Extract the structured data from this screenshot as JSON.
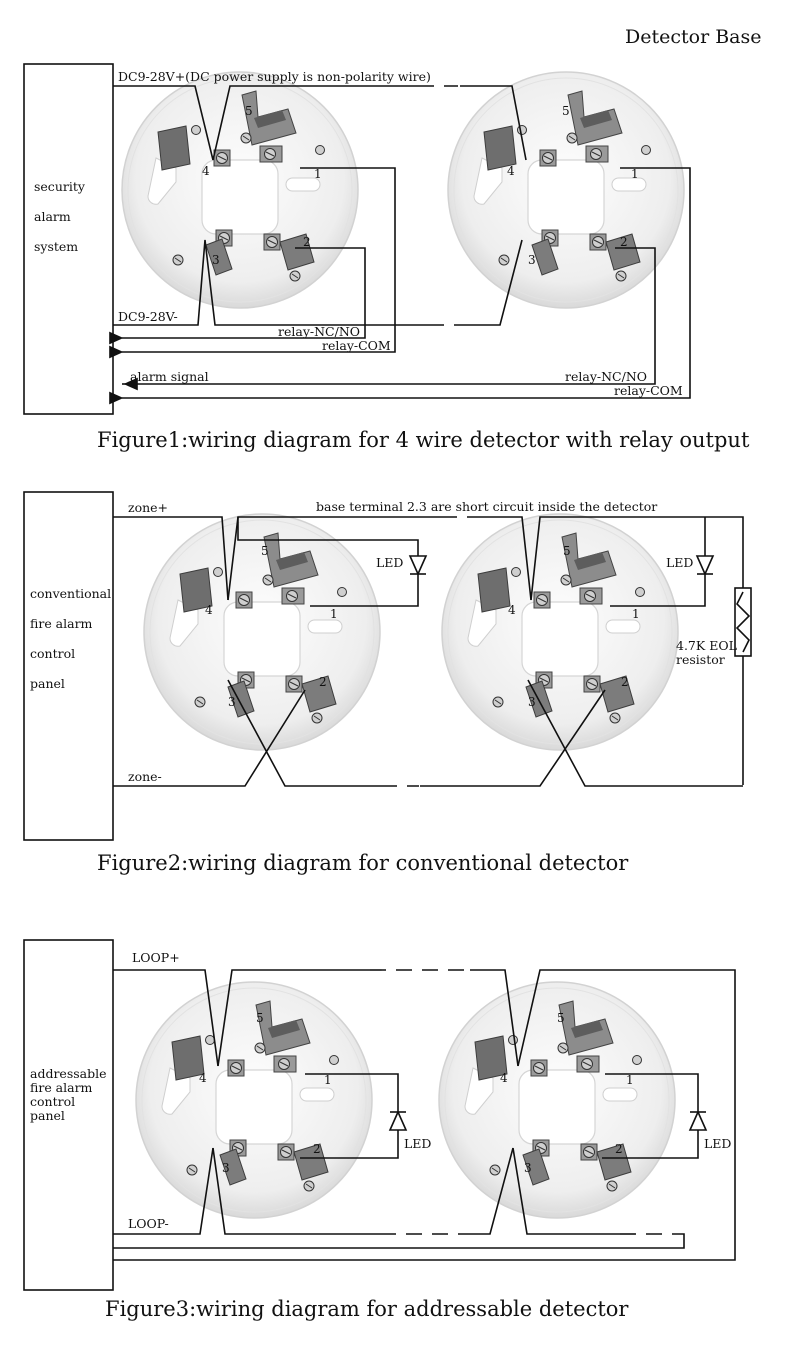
{
  "header": {
    "title": "Detector Base"
  },
  "figure1": {
    "panel_lines": [
      "security",
      "alarm",
      "system"
    ],
    "power_plus": "DC9-28V+(DC power supply is non-polarity wire)",
    "power_minus": "DC9-28V-",
    "relay_nc_no": "relay-NC/NO",
    "relay_com": "relay-COM",
    "alarm_signal": "alarm signal",
    "caption": "Figure1:wiring diagram for 4 wire detector with relay output"
  },
  "figure2": {
    "panel_lines": [
      "conventional",
      "fire alarm",
      "control",
      "panel"
    ],
    "zone_plus": "zone+",
    "zone_minus": "zone-",
    "note": "base terminal 2.3 are short circuit inside the detector",
    "led": "LED",
    "resistor_lines": [
      "4.7K EOL",
      "resistor"
    ],
    "caption": "Figure2:wiring diagram for conventional detector"
  },
  "figure3": {
    "panel_lines": [
      "addressable",
      "fire alarm",
      "control",
      "panel"
    ],
    "loop_plus": "LOOP+",
    "loop_minus": "LOOP-",
    "led": "LED",
    "caption": "Figure3:wiring diagram for addressable detector"
  },
  "terminals": [
    "1",
    "2",
    "3",
    "4",
    "5"
  ]
}
